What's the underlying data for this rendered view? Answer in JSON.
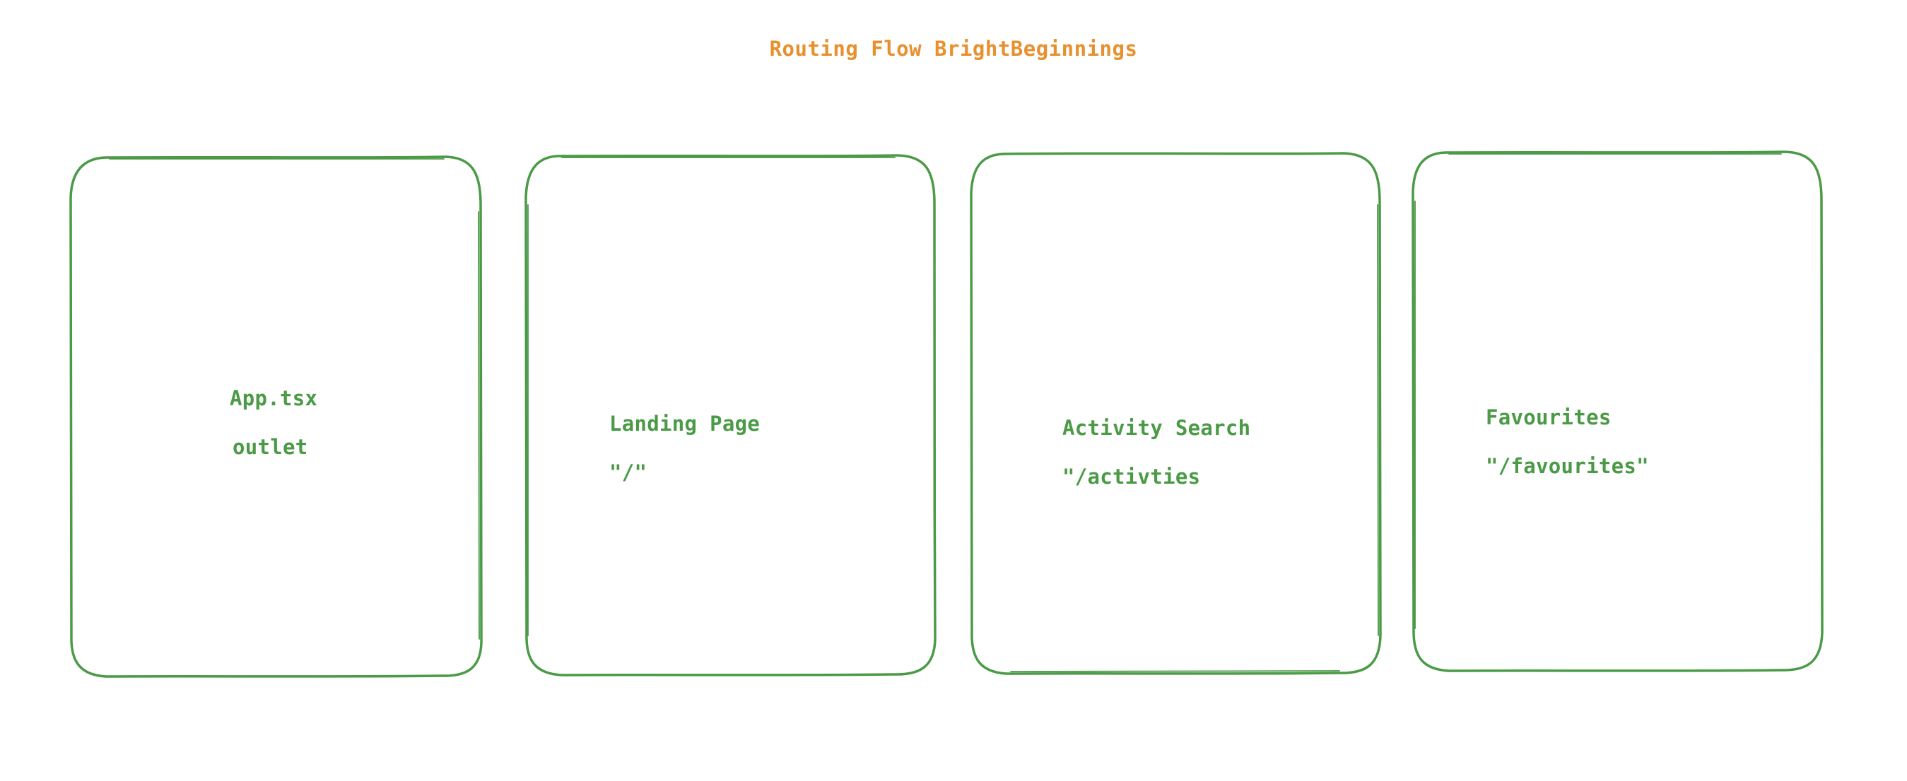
{
  "diagram": {
    "title": "Routing Flow BrightBeginnings",
    "colors": {
      "title": "#e8902e",
      "card_stroke": "#4a9a46",
      "card_text": "#4a9a46",
      "background": "#ffffff"
    },
    "cards": [
      {
        "name": "App.tsx",
        "route": "outlet"
      },
      {
        "name": "Landing Page",
        "route": "\"/\""
      },
      {
        "name": "Activity Search",
        "route": "\"/activties"
      },
      {
        "name": "Favourites",
        "route": "\"/favourites\""
      }
    ]
  }
}
